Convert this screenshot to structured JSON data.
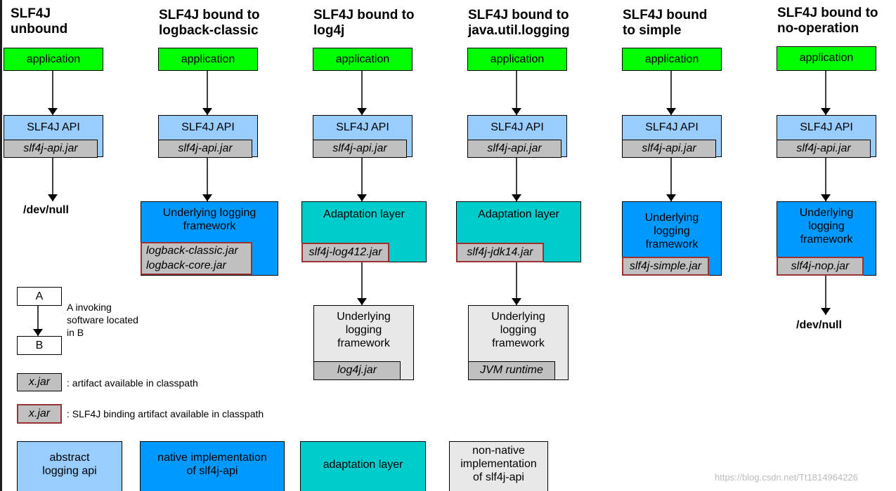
{
  "titles": {
    "unbound": "SLF4J\nunbound",
    "logback": "SLF4J bound to\nlogback-classic",
    "log4j": "SLF4J bound to\nlog4j",
    "jul": "SLF4J bound to\njava.util.logging",
    "simple": "SLF4J bound\nto simple",
    "nop": "SLF4J bound to\nno-operation"
  },
  "common": {
    "application": "application",
    "slf4j_api": "SLF4J API",
    "slf4j_api_jar": "slf4j-api.jar",
    "dev_null": "/dev/null"
  },
  "logback": {
    "framework": "Underlying logging\nframework",
    "jar_classic": "logback-classic.jar",
    "jar_core": "logback-core.jar"
  },
  "log4j": {
    "adaptation": "Adaptation layer",
    "binding_jar": "slf4j-log412.jar",
    "framework": "Underlying\nlogging\nframework",
    "framework_jar": "log4j.jar"
  },
  "jul": {
    "adaptation": "Adaptation layer",
    "binding_jar": "slf4j-jdk14.jar",
    "framework": "Underlying\nlogging\nframework",
    "framework_jar": "JVM runtime"
  },
  "simple": {
    "framework": "Underlying\nlogging\nframework",
    "binding_jar": "slf4j-simple.jar"
  },
  "nop": {
    "framework": "Underlying\nlogging\nframework",
    "binding_jar": "slf4j-nop.jar"
  },
  "legend": {
    "a": "A",
    "b": "B",
    "invoke_text": "A invoking\nsoftware located\nin B",
    "jar_sample": "x.jar",
    "jar_text": ": artifact available in classpath",
    "binding_sample": "x.jar",
    "binding_text": ": SLF4J binding artifact available in classpath",
    "abstract_api": "abstract\nlogging api",
    "native_impl": "native implementation\nof slf4j-api",
    "adaptation": "adaptation layer",
    "non_native": "non-native\nimplementation\nof slf4j-api"
  },
  "colors": {
    "application": "#00ff00",
    "abstract_api": "#99ccff",
    "native": "#0099ff",
    "adaptation": "#00cccc",
    "non_native": "#e8e8e8",
    "jar": "#c0c0c0",
    "binding_border": "#993333"
  },
  "watermark": "https://blog.csdn.net/Tt1814964226"
}
